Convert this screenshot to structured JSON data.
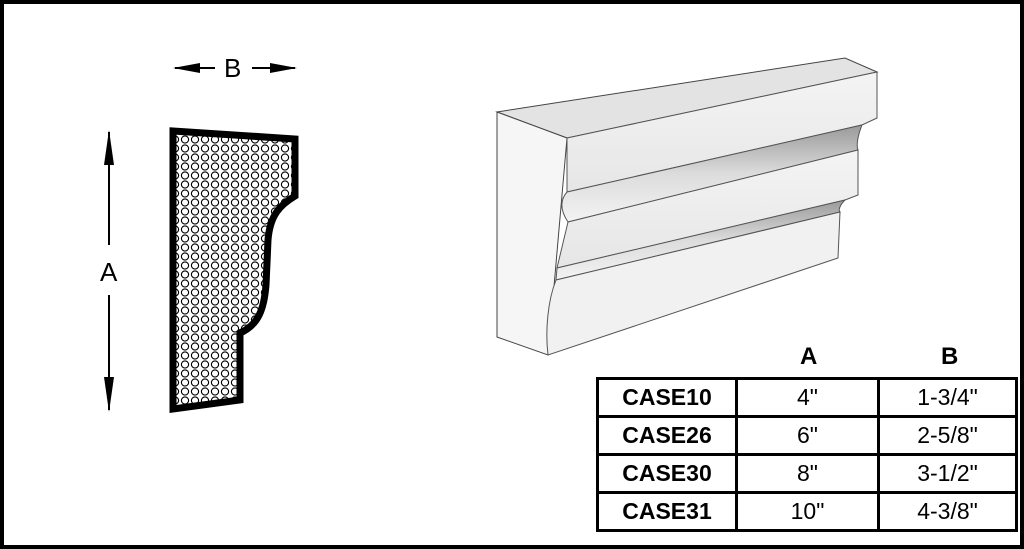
{
  "profile": {
    "dim_a_label": "A",
    "dim_b_label": "B"
  },
  "table": {
    "headers": [
      "A",
      "B"
    ],
    "rows": [
      {
        "name": "CASE10",
        "a": "4\"",
        "b": "1-3/4\""
      },
      {
        "name": "CASE26",
        "a": "6\"",
        "b": "2-5/8\""
      },
      {
        "name": "CASE30",
        "a": "8\"",
        "b": "3-1/2\""
      },
      {
        "name": "CASE31",
        "a": "10\"",
        "b": "4-3/8\""
      }
    ]
  }
}
